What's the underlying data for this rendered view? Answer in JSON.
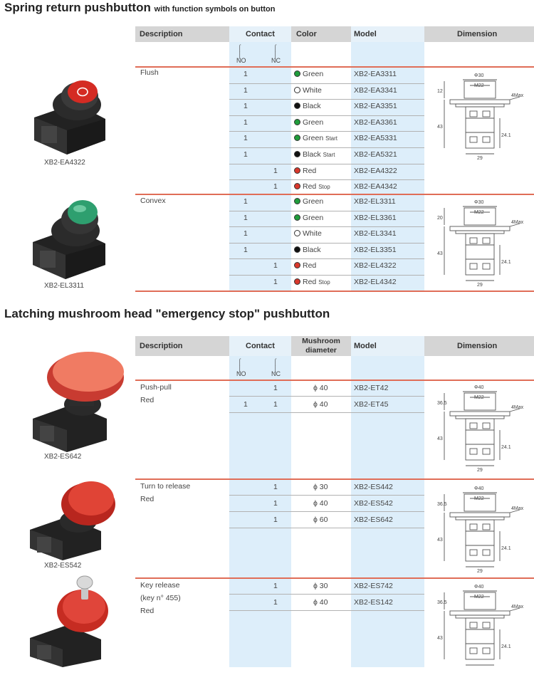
{
  "section1": {
    "title": "Spring return pushbutton",
    "subtitle": "with function symbols on button",
    "headers": {
      "description": "Description",
      "contact": "Contact",
      "color": "Color",
      "model": "Model",
      "dimension": "Dimension"
    },
    "contact_no": "NO",
    "contact_nc": "NC",
    "groups": [
      {
        "description": "Flush",
        "caption": "XB2-EA4322",
        "rows": [
          {
            "no": "1",
            "nc": "",
            "color": "Green",
            "tag": "",
            "model": "XB2-EA3311",
            "dot": "#1f9d3c"
          },
          {
            "no": "1",
            "nc": "",
            "color": "White",
            "tag": "",
            "model": "XB2-EA3341",
            "dot": "#ffffff"
          },
          {
            "no": "1",
            "nc": "",
            "color": "Black",
            "tag": "",
            "model": "XB2-EA3351",
            "dot": "#111111"
          },
          {
            "no": "1",
            "nc": "",
            "color": "Green",
            "tag": "",
            "model": "XB2-EA3361",
            "dot": "#1f9d3c"
          },
          {
            "no": "1",
            "nc": "",
            "color": "Green",
            "tag": "Start",
            "model": "XB2-EA5331",
            "dot": "#1f9d3c"
          },
          {
            "no": "1",
            "nc": "",
            "color": "Black",
            "tag": "Start",
            "model": "XB2-EA5321",
            "dot": "#111111"
          },
          {
            "no": "",
            "nc": "1",
            "color": "Red",
            "tag": "",
            "model": "XB2-EA4322",
            "dot": "#d9382c"
          },
          {
            "no": "",
            "nc": "1",
            "color": "Red",
            "tag": "Stop",
            "model": "XB2-EA4342",
            "dot": "#d9382c"
          }
        ]
      },
      {
        "description": "Convex",
        "caption": "XB2-EL3311",
        "rows": [
          {
            "no": "1",
            "nc": "",
            "color": "Green",
            "tag": "",
            "model": "XB2-EL3311",
            "dot": "#1f9d3c"
          },
          {
            "no": "1",
            "nc": "",
            "color": "Green",
            "tag": "",
            "model": "XB2-EL3361",
            "dot": "#1f9d3c"
          },
          {
            "no": "1",
            "nc": "",
            "color": "White",
            "tag": "",
            "model": "XB2-EL3341",
            "dot": "#ffffff"
          },
          {
            "no": "1",
            "nc": "",
            "color": "Black",
            "tag": "",
            "model": "XB2-EL3351",
            "dot": "#111111"
          },
          {
            "no": "",
            "nc": "1",
            "color": "Red",
            "tag": "",
            "model": "XB2-EL4322",
            "dot": "#d9382c"
          },
          {
            "no": "",
            "nc": "1",
            "color": "Red",
            "tag": "Stop",
            "model": "XB2-EL4342",
            "dot": "#d9382c"
          }
        ]
      }
    ],
    "dims": [
      {
        "top": "Φ30",
        "inner": "M22",
        "left1": "12",
        "left2": "43",
        "right": "4Max",
        "bottom": "29",
        "side": "24.1"
      },
      {
        "top": "Φ30",
        "inner": "M22",
        "left1": "20",
        "left2": "43",
        "right": "4Max",
        "bottom": "29",
        "side": "24.1"
      }
    ]
  },
  "section2": {
    "title": "Latching mushroom head \"emergency stop\" pushbutton",
    "headers": {
      "description": "Description",
      "contact": "Contact",
      "diameter1": "Mushroom",
      "diameter2": "diameter",
      "model": "Model",
      "dimension": "Dimension"
    },
    "contact_no": "NO",
    "contact_nc": "NC",
    "groups": [
      {
        "desc": [
          "Push-pull",
          "Red"
        ],
        "caption": "XB2-ES642",
        "rows": [
          {
            "no": "",
            "nc": "1",
            "diameter": "ϕ 40",
            "model": "XB2-ET42"
          },
          {
            "no": "1",
            "nc": "1",
            "diameter": "ϕ 40",
            "model": "XB2-ET45"
          }
        ]
      },
      {
        "desc": [
          "Turn to release",
          "Red"
        ],
        "caption": "XB2-ES542",
        "rows": [
          {
            "no": "",
            "nc": "1",
            "diameter": "ϕ 30",
            "model": "XB2-ES442"
          },
          {
            "no": "",
            "nc": "1",
            "diameter": "ϕ 40",
            "model": "XB2-ES542"
          },
          {
            "no": "",
            "nc": "1",
            "diameter": "ϕ 60",
            "model": "XB2-ES642"
          }
        ]
      },
      {
        "desc": [
          "Key release",
          "(key n°   455)",
          "Red"
        ],
        "caption": "",
        "rows": [
          {
            "no": "",
            "nc": "1",
            "diameter": "ϕ 30",
            "model": "XB2-ES742"
          },
          {
            "no": "",
            "nc": "1",
            "diameter": "ϕ 40",
            "model": "XB2-ES142"
          }
        ]
      }
    ],
    "dims": [
      {
        "top": "Φ40",
        "inner": "M22",
        "left1": "36.5",
        "left2": "43",
        "right": "4Max",
        "bottom": "29",
        "side": "24.1"
      },
      {
        "top": "Φ40",
        "inner": "M22",
        "left1": "36.5",
        "left2": "43",
        "right": "4Max",
        "bottom": "29",
        "side": "24.1"
      },
      {
        "top": "Φ40",
        "inner": "M22",
        "left1": "36.5",
        "left2": "43",
        "right": "4Max",
        "bottom": "",
        "side": "24.1"
      }
    ]
  }
}
